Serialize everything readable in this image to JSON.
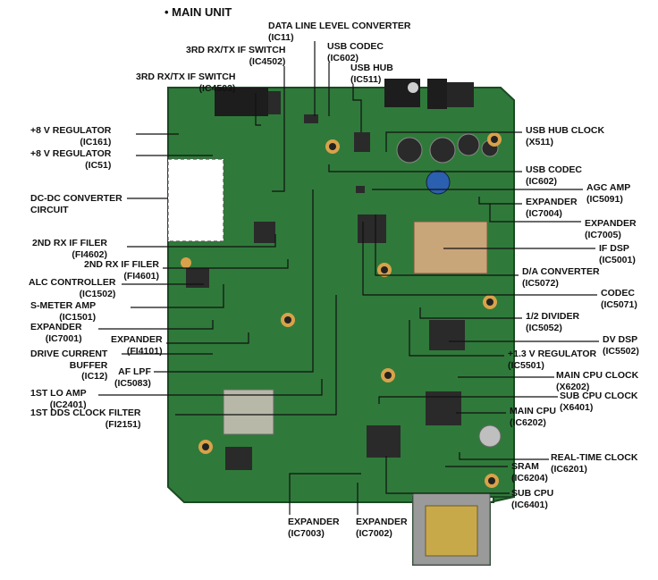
{
  "title": "• MAIN UNIT",
  "labels": {
    "data_line": [
      "DATA LINE LEVEL CONVERTER",
      "(IC11)"
    ],
    "usb_codec_top": [
      "USB CODEC",
      "(IC602)"
    ],
    "usb_hub": [
      "USB HUB",
      "(IC511)"
    ],
    "rx3_tx_if": [
      "3RD RX/TX IF SWITCH",
      "(IC4502)"
    ],
    "rx3_if": [
      "3RD RX/TX IF SWITCH",
      "(IC4503)"
    ],
    "reg161": [
      "+8 V REGULATOR",
      "(IC161)"
    ],
    "reg51": [
      "+8 V REGULATOR",
      "(IC51)"
    ],
    "dcdc": [
      "DC-DC CONVERTER",
      "CIRCUIT"
    ],
    "rx2_if1": [
      "2ND RX IF FILER",
      "(FI4602)"
    ],
    "rx2_if2": [
      "2ND RX IF FILER",
      "(FI4601)"
    ],
    "alc": [
      "ALC CONTROLLER",
      "(IC1502)"
    ],
    "smeter": [
      "S-METER AMP",
      "(IC1501)"
    ],
    "exp7001": [
      "EXPANDER",
      "(IC7001)"
    ],
    "exp4101": [
      "EXPANDER",
      "(FI4101)"
    ],
    "drive": [
      "DRIVE CURRENT",
      "BUFFER",
      "(IC12)"
    ],
    "aflpf": [
      "AF LPF",
      "(IC5083)"
    ],
    "lo_amp": [
      "1ST LO AMP",
      "(IC2401)"
    ],
    "dds": [
      "1ST DDS CLOCK FILTER",
      "(FI2151)"
    ],
    "usb_hub_clk": [
      "USB HUB CLOCK",
      "(X511)"
    ],
    "usb_codec_r": [
      "USB CODEC",
      "(IC602)"
    ],
    "agc": [
      "AGC AMP",
      "(IC5091)"
    ],
    "exp7004": [
      "EXPANDER",
      "(IC7004)"
    ],
    "exp7005": [
      "EXPANDER",
      "(IC7005)"
    ],
    "ifdsp": [
      "IF DSP",
      "(IC5001)"
    ],
    "dac": [
      "D/A CONVERTER",
      "(IC5072)"
    ],
    "codec": [
      "CODEC",
      "(IC5071)"
    ],
    "divider": [
      "1/2 DIVIDER",
      "(IC5052)"
    ],
    "dvdsp": [
      "DV DSP",
      "(IC5502)"
    ],
    "reg13": [
      "+1.3 V REGULATOR",
      "(IC5501)"
    ],
    "main_clk": [
      "MAIN CPU CLOCK",
      "(X6202)"
    ],
    "sub_clk": [
      "SUB CPU CLOCK",
      "(X6401)"
    ],
    "main_cpu": [
      "MAIN CPU",
      "(IC6202)"
    ],
    "rtc": [
      "REAL-TIME CLOCK",
      "(IC6201)"
    ],
    "sram": [
      "SRAM",
      "(IC6204)"
    ],
    "sub_cpu": [
      "SUB CPU",
      "(IC6401)"
    ],
    "exp7003": [
      "EXPANDER",
      "(IC7003)"
    ],
    "exp7002": [
      "EXPANDER",
      "(IC7002)"
    ]
  },
  "colors": {
    "board": "#2f7a3a",
    "board_dark": "#1f5a2a",
    "chip": "#2a2a2a",
    "pad": "#d9a24a",
    "leader": "#111111"
  }
}
